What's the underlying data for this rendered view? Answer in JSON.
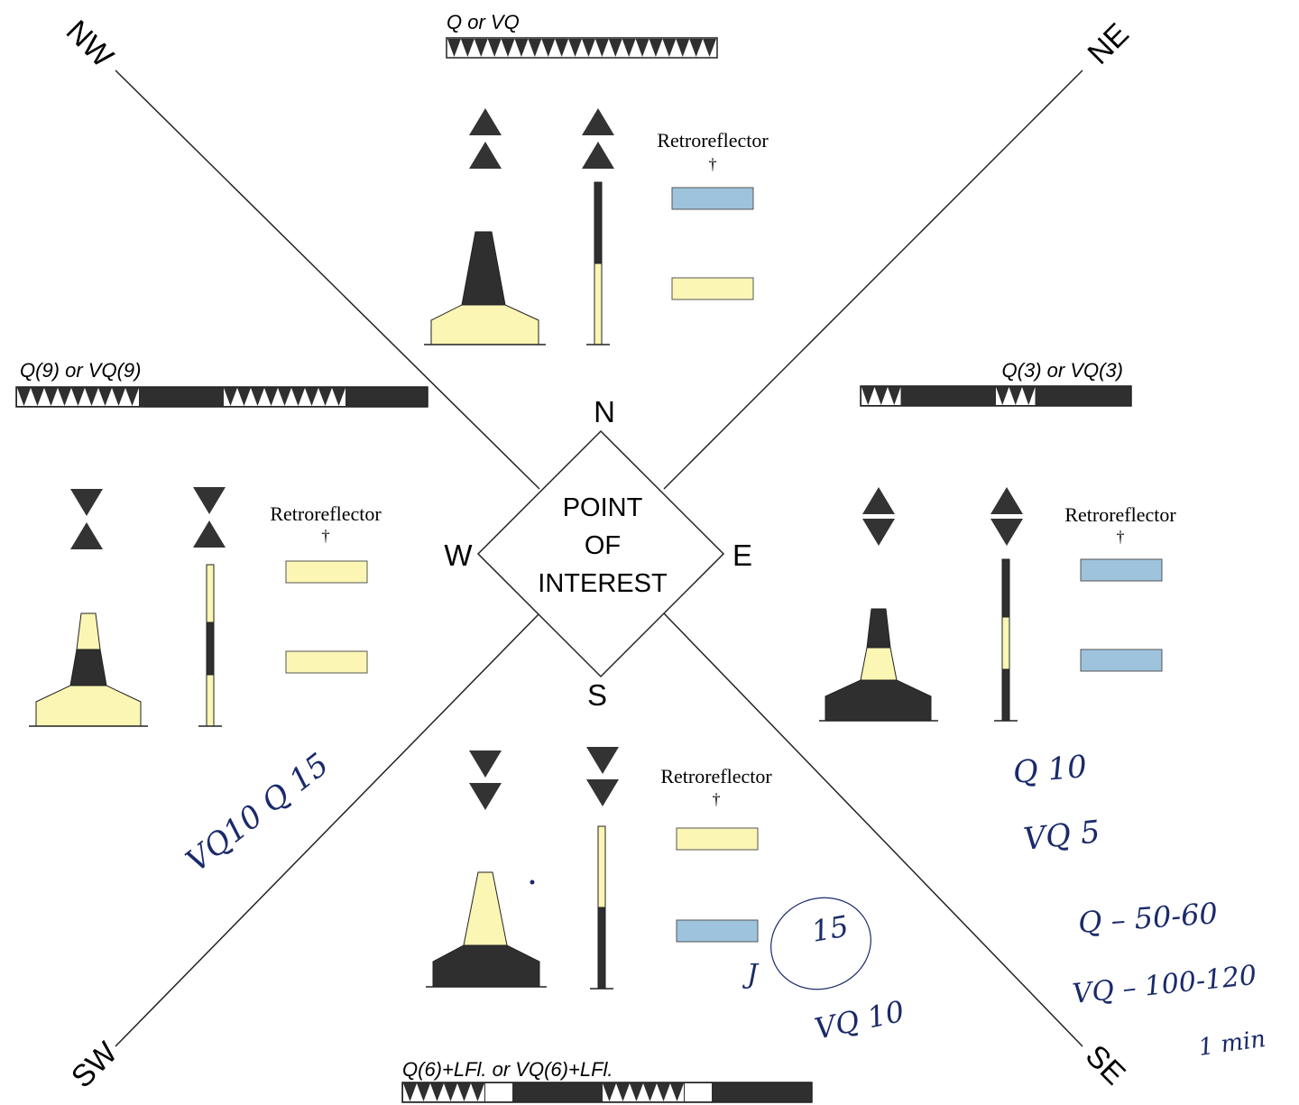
{
  "colors": {
    "dark": "#2f2f2f",
    "yellow": "#fbf6b4",
    "blue": "#9ec3dd",
    "line": "#222222",
    "pen": "#1a2a6a"
  },
  "compass": {
    "nw": "NW",
    "ne": "NE",
    "sw": "SW",
    "se": "SE",
    "n": "N",
    "s": "S",
    "e": "E",
    "w": "W"
  },
  "center": {
    "line1": "POINT",
    "line2": "OF",
    "line3": "INTEREST"
  },
  "light_patterns": {
    "north": "Q or VQ",
    "east": "Q(3) or VQ(3)",
    "south": "Q(6)+LFl. or VQ(6)+LFl.",
    "west": "Q(9) or VQ(9)"
  },
  "retroreflector": {
    "label": "Retroreflector",
    "dagger": "†"
  },
  "notes": {
    "w1": "VQ10 Q 15",
    "e1": "Q 10",
    "e2": "VQ 5",
    "e3": "Q – 50-60",
    "e4": "VQ – 100-120",
    "e5": "1 min",
    "s1": "15",
    "s2": "J",
    "s3": "VQ 10"
  }
}
